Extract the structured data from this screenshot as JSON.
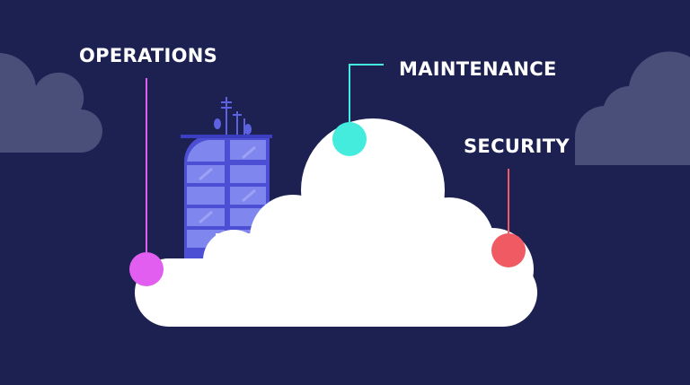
{
  "labels": {
    "operations": "OPERATIONS",
    "maintenance": "MAINTENANCE",
    "security": "SECURITY"
  },
  "colors": {
    "background": "#1d2152",
    "background_cloud": "#4a4f7a",
    "main_cloud": "#ffffff",
    "building": "#4c4fd4",
    "building_window": "#7f86ee",
    "operations": "#e25ef0",
    "maintenance": "#43ecdc",
    "security": "#ef5a63"
  },
  "icons": [
    "cloud-icon",
    "building-icon",
    "antenna-icon"
  ]
}
